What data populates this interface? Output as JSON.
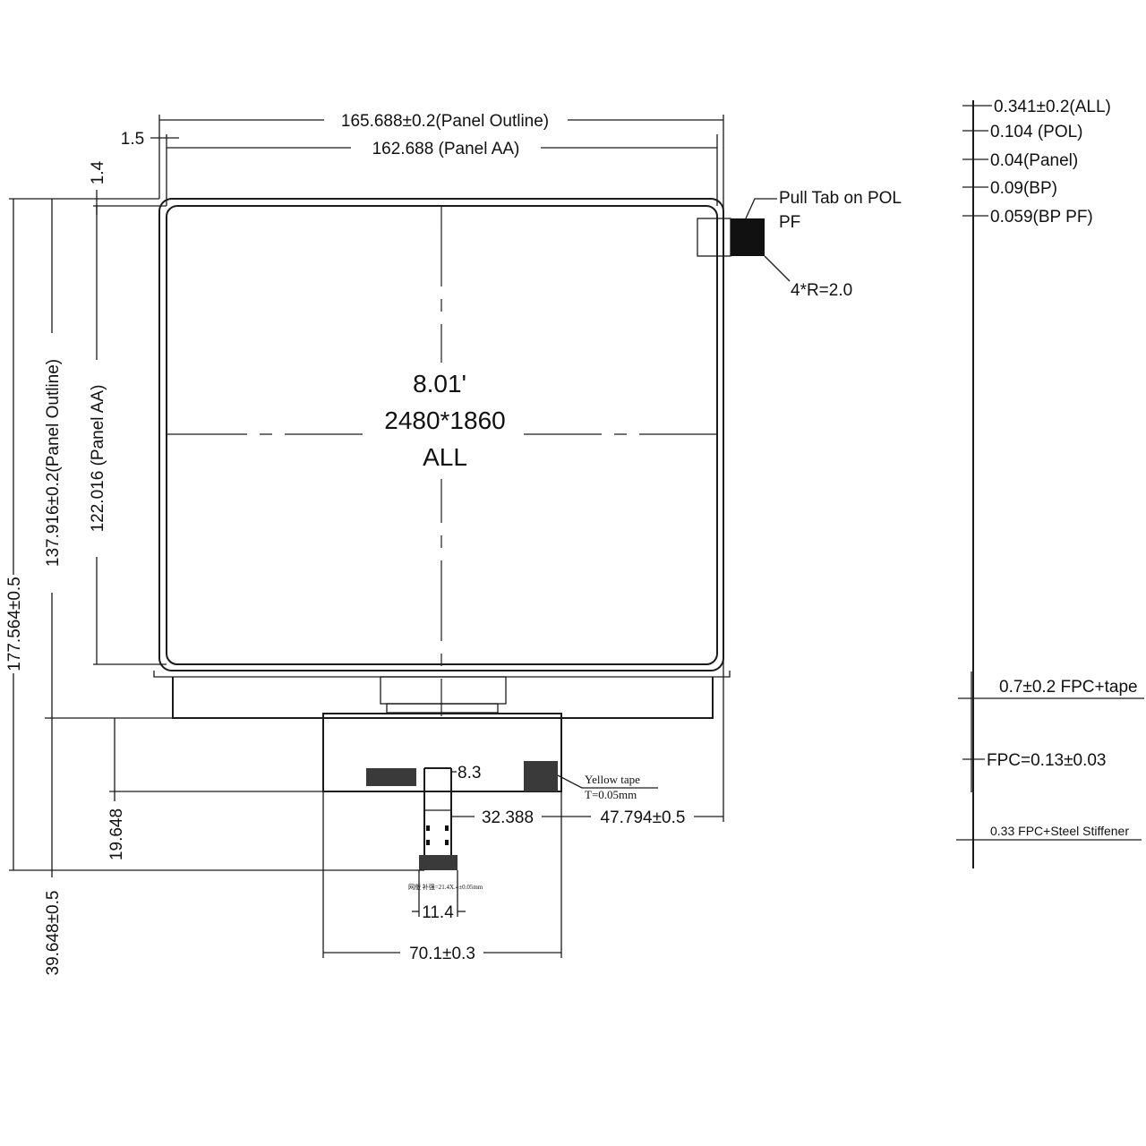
{
  "panel": {
    "size_label": "8.01'",
    "resolution_label": "2480*1860",
    "all_label": "ALL"
  },
  "dimensions": {
    "panel_outline_width": "165.688±0.2(Panel Outline)",
    "panel_aa_width": "162.688  (Panel AA)",
    "offset_1_5": "1.5",
    "offset_1_4": "1.4",
    "total_height": "177.564±0.5",
    "panel_outline_height": "137.916±0.2(Panel Outline)",
    "panel_aa_height": "122.016  (Panel AA)",
    "fpc_height": "39.648±0.5",
    "fpc_19_648": "19.648",
    "fpc_8_3": "8.3",
    "fpc_32_388": "32.388",
    "fpc_47_794": "47.794±0.5",
    "fpc_11_4": "11.4",
    "fpc_70_1": "70.1±0.3"
  },
  "annotations": {
    "pull_tab_line1": "Pull Tab on POL",
    "pull_tab_line2": "PF",
    "corner_radius": "4*R=2.0",
    "yellow_tape": "Yellow tape",
    "yellow_tape_thickness": "T=0.05mm",
    "stiffener_note": "网版 补强=21.4X.4±0.05mm"
  },
  "stack_thickness": {
    "all": "0.341±0.2(ALL)",
    "pol": "0.104  (POL)",
    "panel": "0.04(Panel)",
    "bp": "0.09(BP)",
    "bp_pf": "0.059(BP PF)",
    "fpc_tape": "0.7±0.2 FPC+tape",
    "fpc": "FPC=0.13±0.03",
    "fpc_steel": "0.33 FPC+Steel Stiffener"
  }
}
